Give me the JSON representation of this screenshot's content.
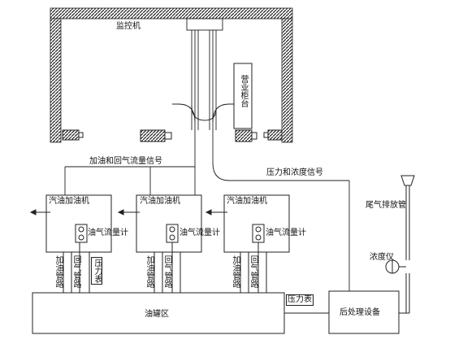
{
  "labels": {
    "monitor": "监控机",
    "business_counter": "营业柜台",
    "flow_signal": "加油和回气流量信号",
    "pressure_conc_signal": "压力和浓度信号",
    "exhaust_pipe": "尾气排放管",
    "concentration_meter": "浓度仪",
    "tank_area": "油罐区",
    "post_treatment": "后处理设备",
    "pressure_gauge": "压力表"
  },
  "dispensers": [
    {
      "name": "汽油加油机",
      "flowmeter": "油气流量计",
      "fuel_pipe": "加油管路",
      "return_pipe": "回气管路",
      "pressure_gauge": "压力表"
    },
    {
      "name": "汽油加油机",
      "flowmeter": "油气流量计",
      "fuel_pipe": "加油管路",
      "return_pipe": "回气管路"
    },
    {
      "name": "汽油加油机",
      "flowmeter": "油气流量计",
      "fuel_pipe": "加油管路",
      "return_pipe": "回气管路"
    }
  ]
}
